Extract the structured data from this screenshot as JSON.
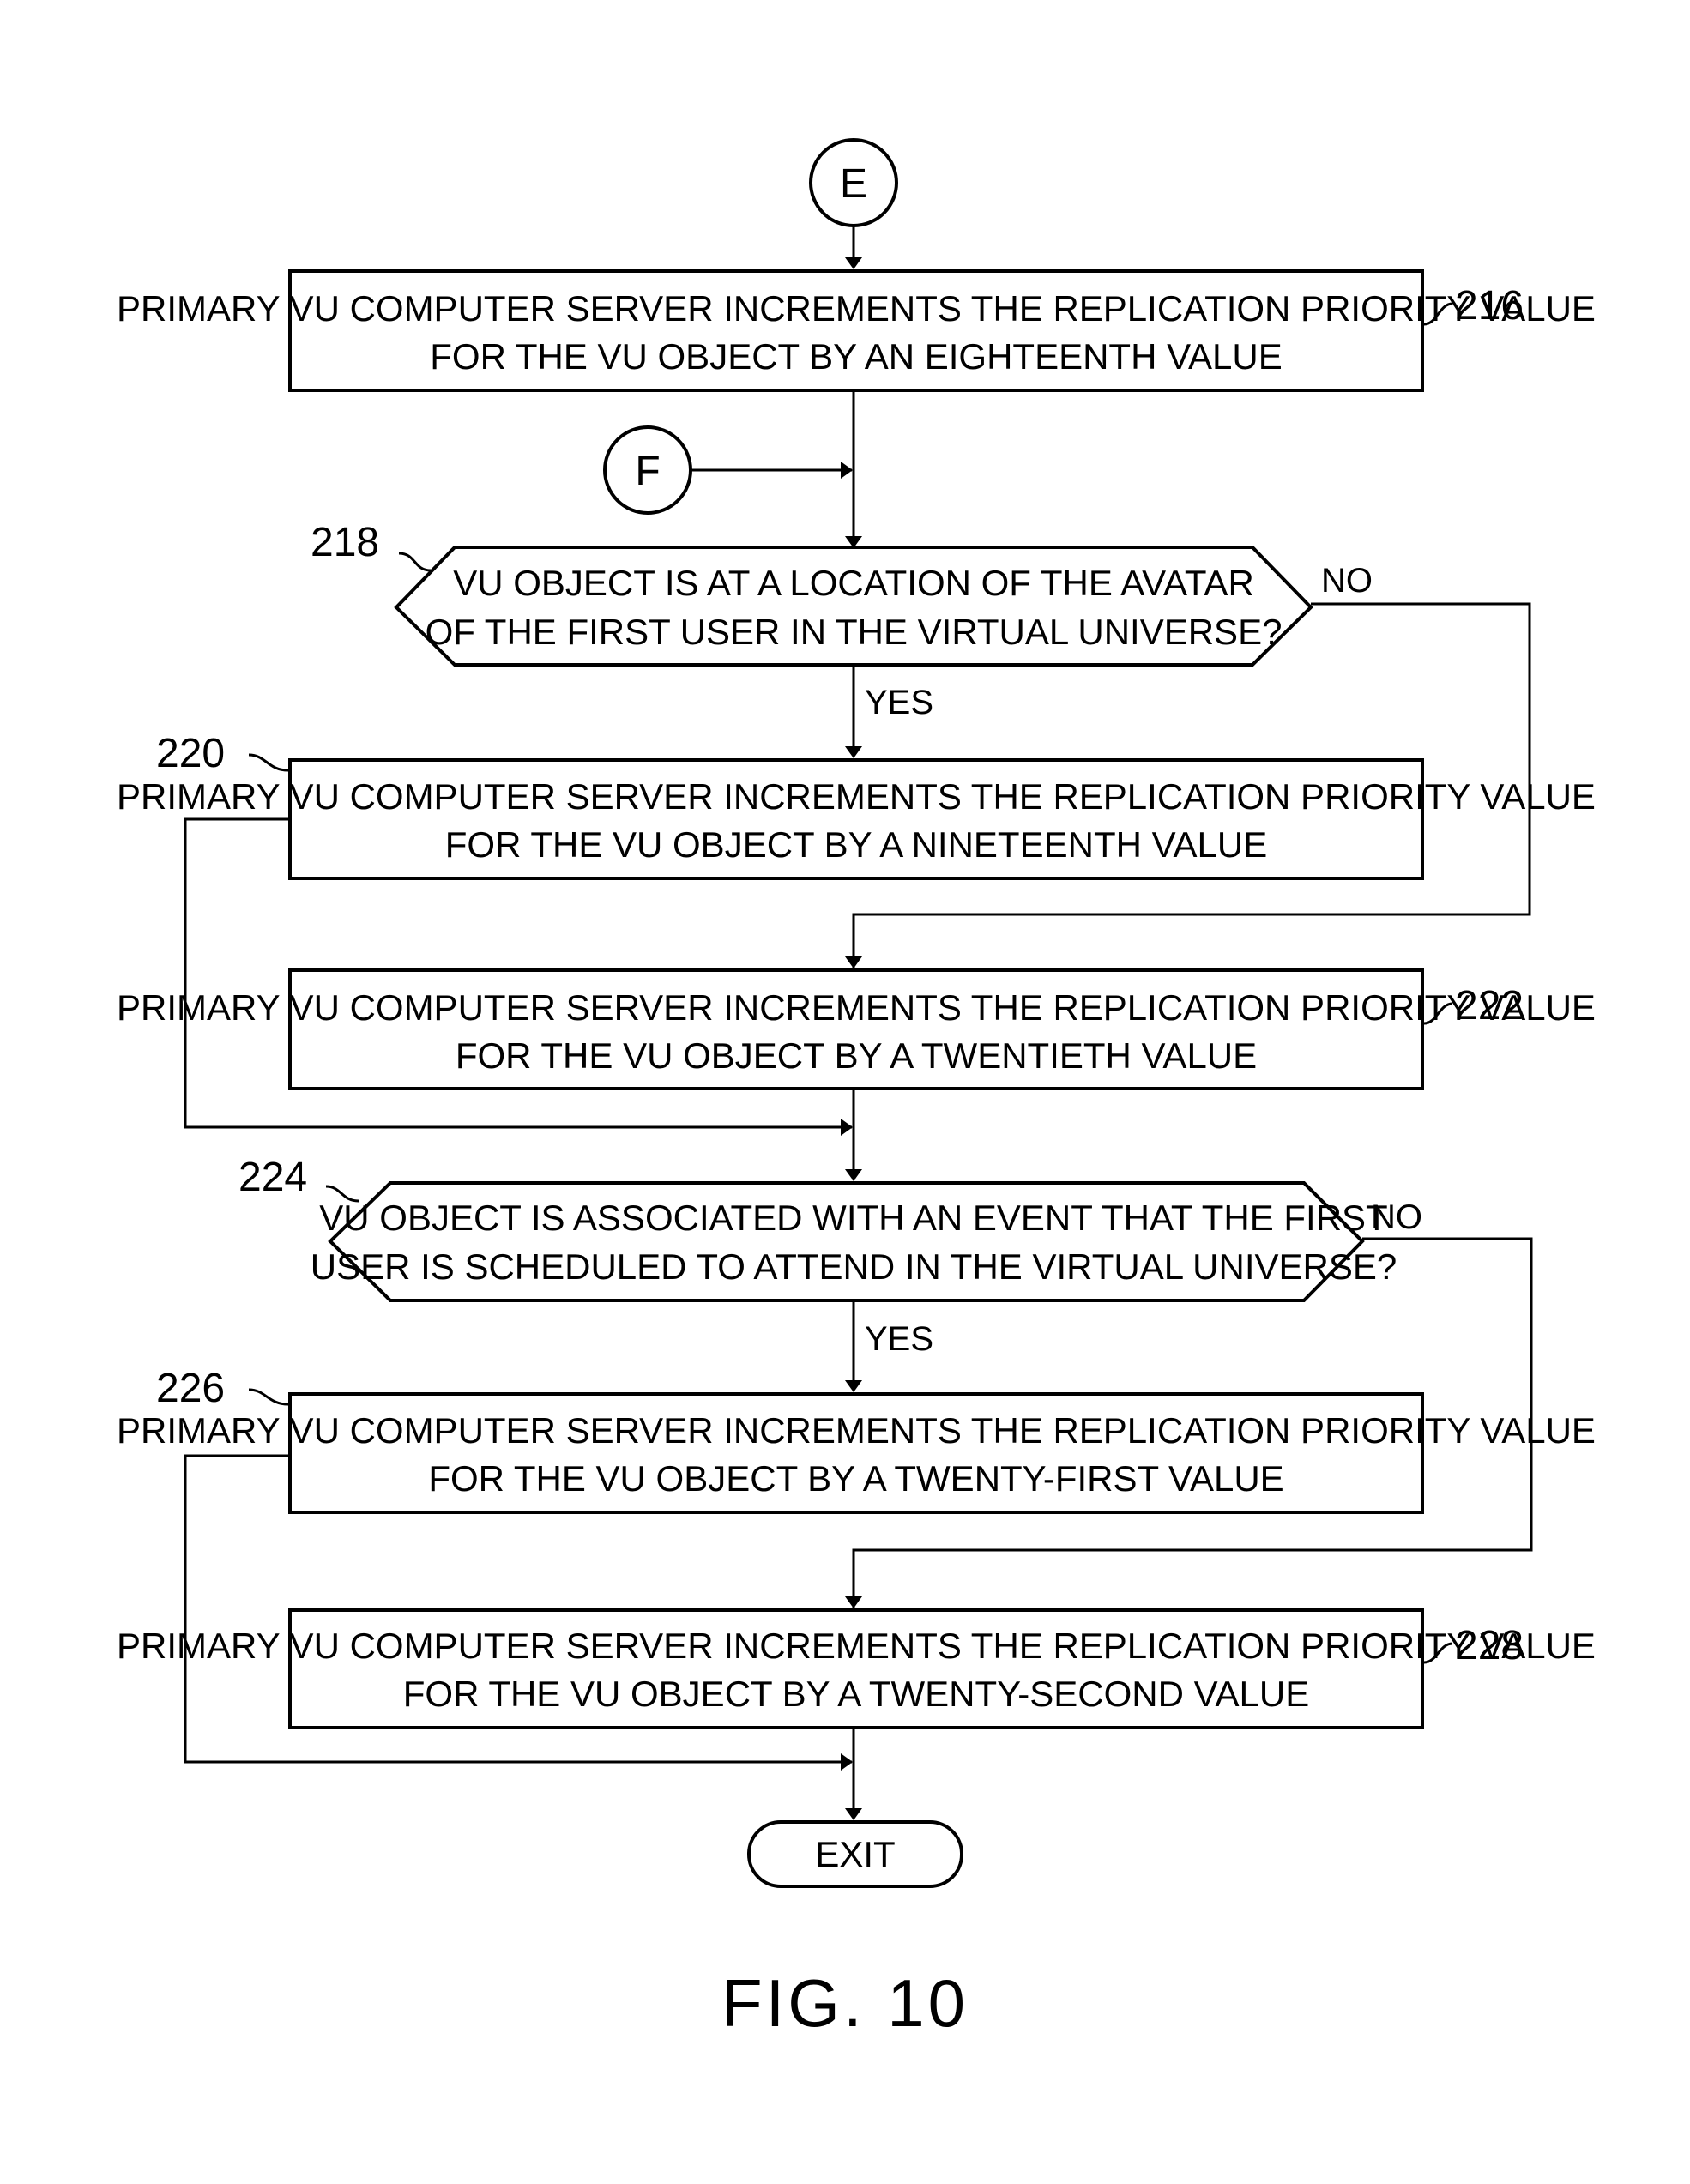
{
  "connectors": {
    "top": "E",
    "side": "F"
  },
  "boxes": {
    "b216": {
      "line1": "PRIMARY VU COMPUTER SERVER INCREMENTS THE REPLICATION PRIORITY VALUE",
      "line2": "FOR THE VU OBJECT BY AN EIGHTEENTH VALUE",
      "ref": "216"
    },
    "b220": {
      "line1": "PRIMARY VU COMPUTER SERVER INCREMENTS THE REPLICATION PRIORITY VALUE",
      "line2": "FOR THE VU OBJECT BY A NINETEENTH VALUE",
      "ref": "220"
    },
    "b222": {
      "line1": "PRIMARY VU COMPUTER SERVER INCREMENTS THE REPLICATION PRIORITY VALUE",
      "line2": "FOR THE VU OBJECT BY A TWENTIETH VALUE",
      "ref": "222"
    },
    "b226": {
      "line1": "PRIMARY VU COMPUTER SERVER INCREMENTS THE REPLICATION PRIORITY VALUE",
      "line2": "FOR THE VU OBJECT BY A TWENTY-FIRST VALUE",
      "ref": "226"
    },
    "b228": {
      "line1": "PRIMARY VU COMPUTER SERVER INCREMENTS THE REPLICATION PRIORITY VALUE",
      "line2": "FOR THE VU OBJECT BY A TWENTY-SECOND VALUE",
      "ref": "228"
    }
  },
  "decisions": {
    "d218": {
      "line1": "VU OBJECT IS AT A LOCATION OF THE AVATAR",
      "line2": "OF THE FIRST USER IN THE VIRTUAL UNIVERSE?",
      "ref": "218",
      "yes": "YES",
      "no": "NO"
    },
    "d224": {
      "line1": "VU OBJECT IS ASSOCIATED WITH AN EVENT THAT THE FIRST",
      "line2": "USER IS SCHEDULED TO ATTEND IN THE VIRTUAL UNIVERSE?",
      "ref": "224",
      "yes": "YES",
      "no": "NO"
    }
  },
  "terminal": {
    "label": "EXIT"
  },
  "figure": {
    "caption": "FIG. 10"
  }
}
